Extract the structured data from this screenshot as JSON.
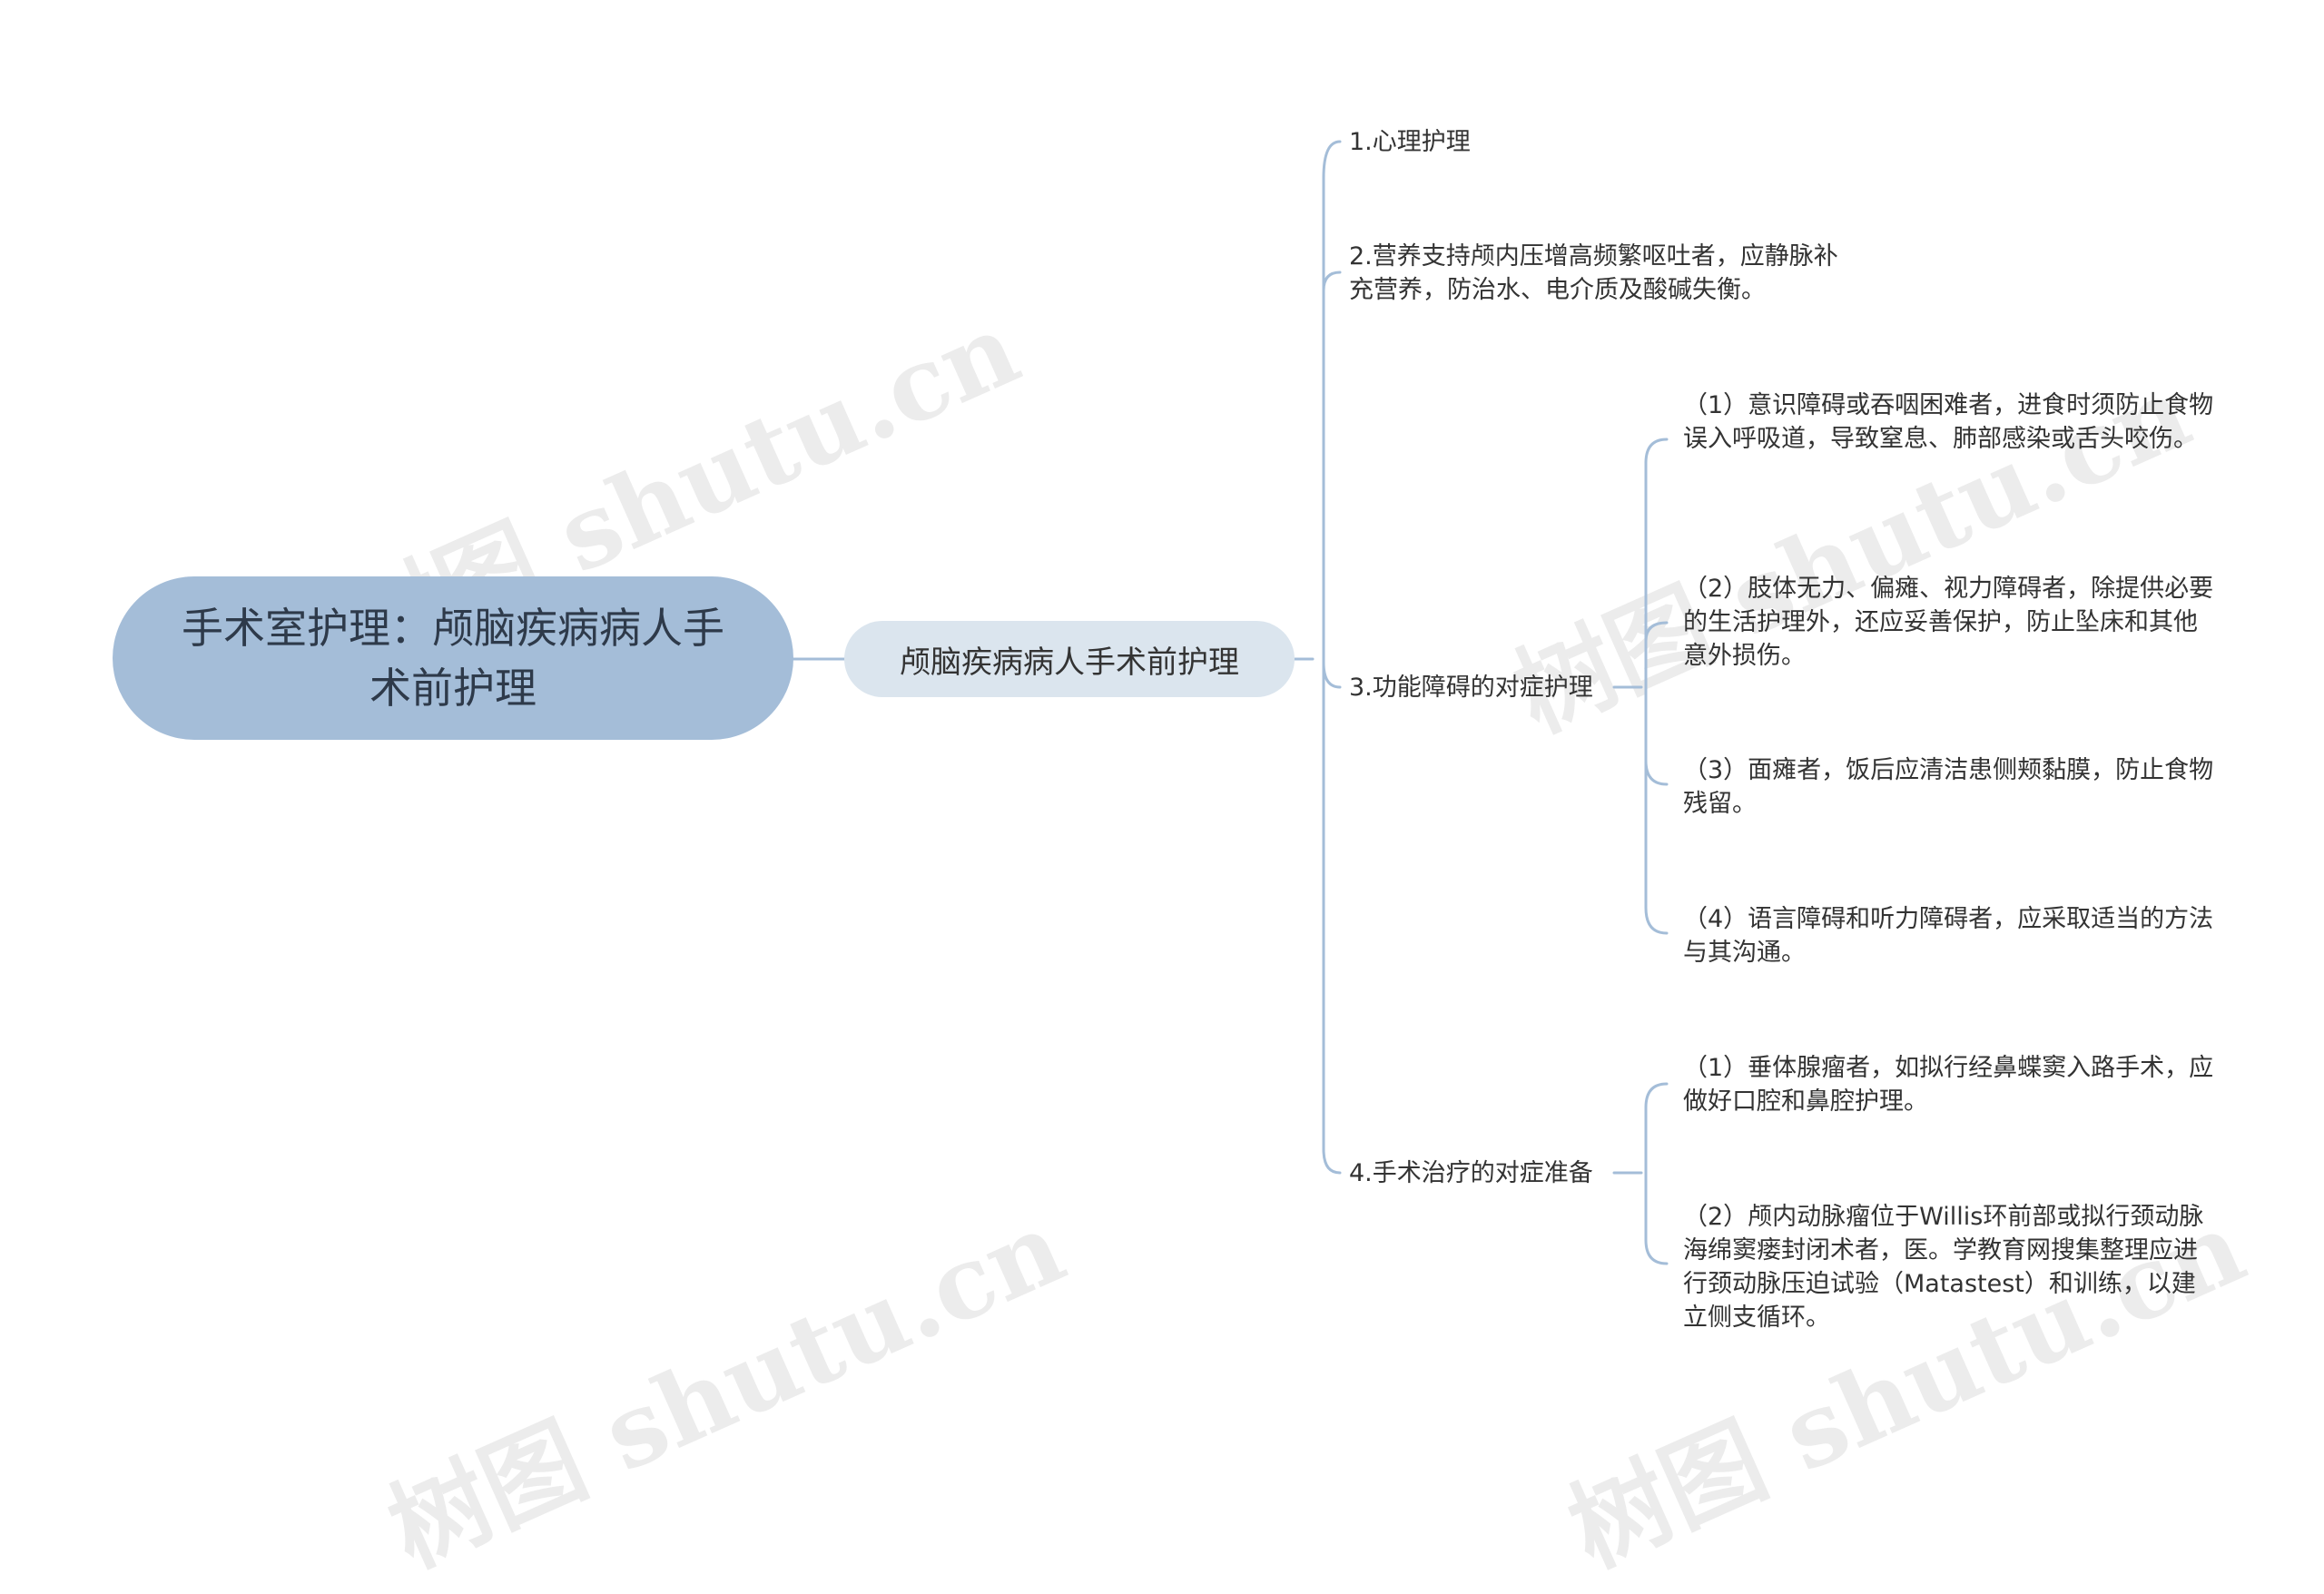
{
  "colors": {
    "root_fill": "#a4bdd8",
    "sub_fill": "#dbe5ee",
    "connector": "#a4bdd8",
    "text": "#333333"
  },
  "mindmap": {
    "root": {
      "label": "手术室护理：颅脑疾病病人手术前护理"
    },
    "main_branch": {
      "label": "颅脑疾病病人手术前护理",
      "topics": [
        {
          "label": "1.心理护理",
          "children": []
        },
        {
          "label_line1": "2.营养支持颅内压增高频繁呕吐者，应静脉补",
          "label_line2": "充营养，防治水、电介质及酸碱失衡。",
          "children": []
        },
        {
          "label": "3.功能障碍的对症护理",
          "children": [
            {
              "label": "（1）意识障碍或吞咽困难者，进食时须防止食物误入呼吸道，导致窒息、肺部感染或舌头咬伤。"
            },
            {
              "label": "（2）肢体无力、偏瘫、视力障碍者，除提供必要的生活护理外，还应妥善保护，防止坠床和其他意外损伤。"
            },
            {
              "label": "（3）面瘫者，饭后应清洁患侧颊黏膜，防止食物残留。"
            },
            {
              "label": "（4）语言障碍和听力障碍者，应采取适当的方法与其沟通。"
            }
          ]
        },
        {
          "label": "4.手术治疗的对症准备",
          "children": [
            {
              "label": "（1）垂体腺瘤者，如拟行经鼻蝶窦入路手术，应做好口腔和鼻腔护理。"
            },
            {
              "label": "（2）颅内动脉瘤位于Willis环前部或拟行颈动脉海绵窦瘘封闭术者，医。学教育网搜集整理应进行颈动脉压迫试验（Matastest）和训练，以建立侧支循环。"
            }
          ]
        }
      ]
    }
  },
  "watermark": {
    "text": "树图 shutu.cn"
  }
}
